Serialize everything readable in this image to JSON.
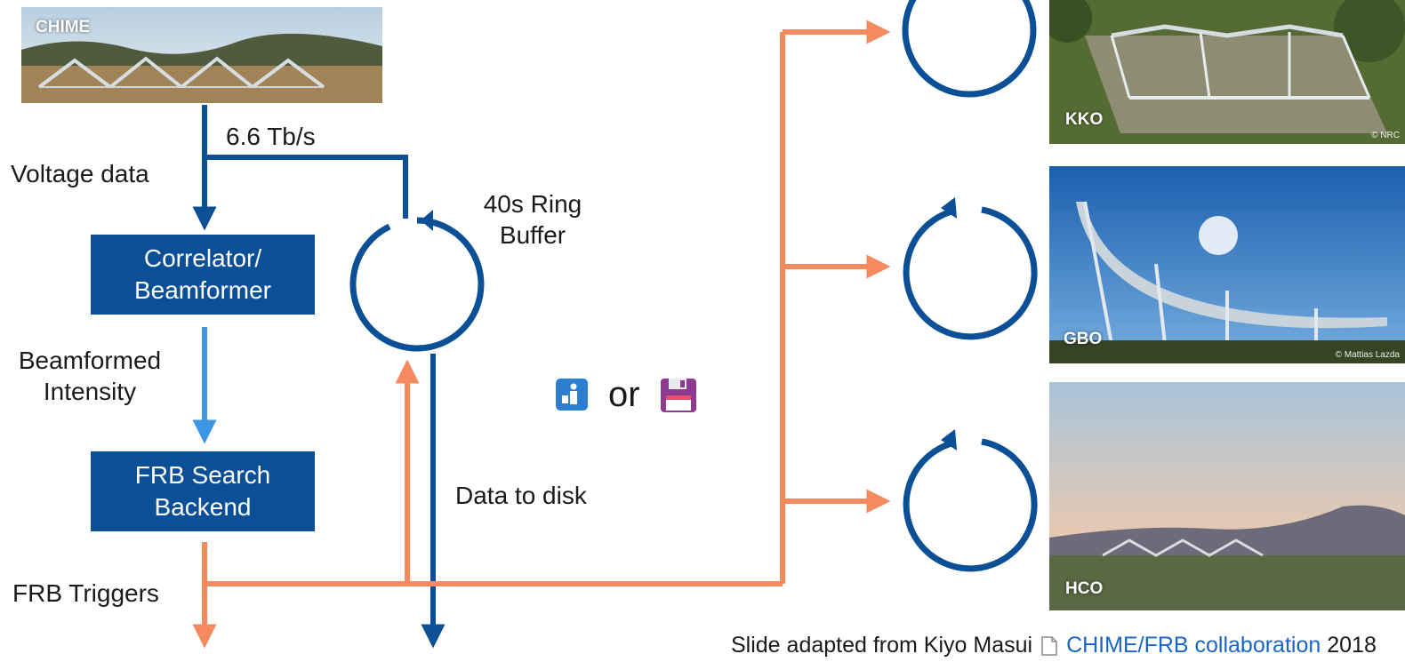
{
  "photos": {
    "chime": "CHIME",
    "kko": "KKO",
    "kko_credit": "© NRC",
    "gbo": "GBO",
    "gbo_credit": "© Mattias Lazda",
    "hco": "HCO"
  },
  "labels": {
    "rate": "6.6 Tb/s",
    "voltage_data": "Voltage data",
    "beamformed_line1": "Beamformed",
    "beamformed_line2": "Intensity",
    "ring_line1": "40s Ring",
    "ring_line2": "Buffer",
    "data_to_disk": "Data to disk",
    "frb_triggers": "FRB Triggers",
    "or": "or"
  },
  "boxes": {
    "correlator_line1": "Correlator/",
    "correlator_line2": "Beamformer",
    "search_line1": "FRB Search",
    "search_line2": "Backend"
  },
  "footer": {
    "prefix": "Slide adapted from Kiyo Masui",
    "link": "CHIME/FRB collaboration",
    "year": "2018"
  },
  "colors": {
    "dark_blue": "#0b4f96",
    "light_blue": "#3d96e4",
    "orange": "#f48a5e"
  }
}
